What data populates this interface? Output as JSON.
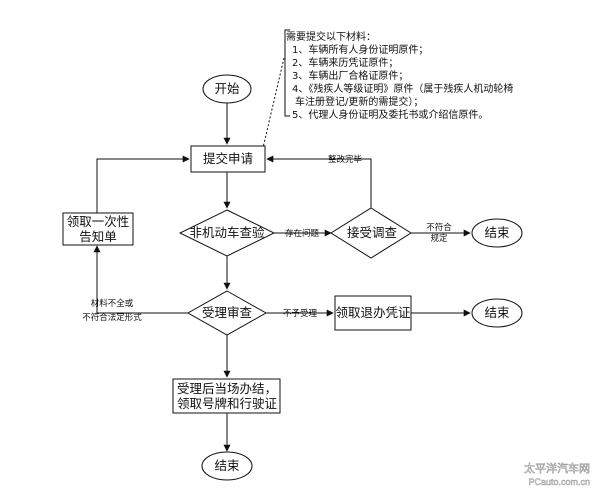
{
  "requirements": {
    "title": "需要提交以下材料：",
    "items": [
      "1、车辆所有人身份证明原件；",
      "2、车辆来历凭证原件；",
      "3、车辆出厂合格证原件；",
      "4、《残疾人等级证明》原件（属于残疾人机动轮椅",
      "车注册登记/更新的需提交）；",
      "5、代理人身份证明及委托书或介绍信原件。"
    ]
  },
  "nodes": {
    "start": "开始",
    "submit": "提交申请",
    "inspect": "非机动车查验",
    "investigate": "接受调查",
    "end1": "结束",
    "notice_line1": "领取一次性",
    "notice_line2": "告知单",
    "review": "受理审查",
    "refund": "领取退办凭证",
    "end2": "结束",
    "process_line1": "受理后当场办结，",
    "process_line2": "领取号牌和行驶证",
    "end3": "结束"
  },
  "edge_labels": {
    "rectified": "整改完毕",
    "has_issue": "存在问题",
    "noncompliant_line1": "不符合",
    "noncompliant_line2": "规定",
    "incomplete_line1": "材料不全或",
    "incomplete_line2": "不符合法定形式",
    "not_accepted": "不予受理"
  },
  "watermark": {
    "line1": "太平洋汽车网",
    "line2": "PCauto.com.cn"
  },
  "colors": {
    "stroke": "#111111",
    "background": "#ffffff",
    "watermark": "#ffffff"
  }
}
